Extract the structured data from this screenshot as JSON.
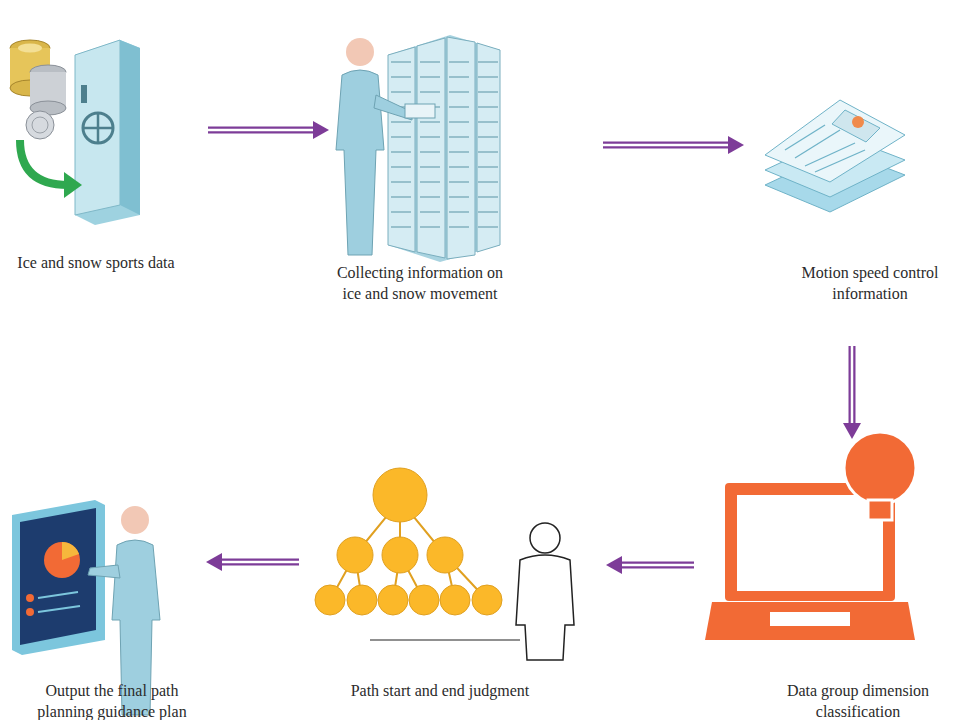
{
  "diagram": {
    "nodes": [
      {
        "text": [
          "Ice and snow sports data"
        ]
      },
      {
        "text": [
          "Collecting information on ice and snow movement"
        ]
      },
      {
        "text": [
          "Motion speed control information"
        ]
      },
      {
        "text": [
          "Data group dimension classification"
        ]
      },
      {
        "text": [
          "Path start and end judgment"
        ]
      },
      {
        "text": [
          "Output the final path planning guidance plan"
        ]
      }
    ],
    "edges": [
      {
        "from": 0,
        "to": 1,
        "arrow": "to"
      },
      {
        "from": 1,
        "to": 2,
        "arrow": "to"
      },
      {
        "from": 2,
        "to": 3,
        "arrow": "to"
      },
      {
        "from": 3,
        "to": 4,
        "arrow": "to"
      },
      {
        "from": 4,
        "to": 5,
        "arrow": "to"
      }
    ]
  }
}
